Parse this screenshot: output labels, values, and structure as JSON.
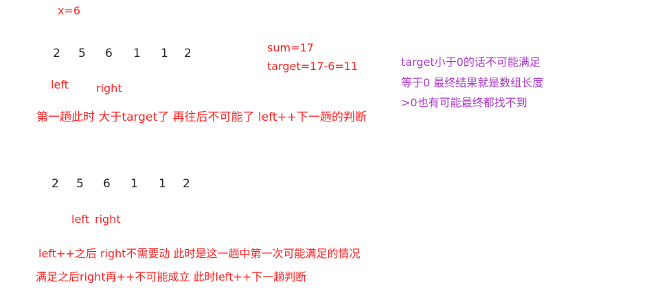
{
  "top": {
    "x_note": "x=6",
    "array": [
      "2",
      "5",
      "6",
      "1",
      "1",
      "2"
    ],
    "left_label": "left",
    "right_label": "right",
    "sum_note": "sum=17",
    "target_note": "target=17-6=11",
    "first_pass_note": "第一趟此时 大于target了 再往后不可能了 left++下一趟的判断"
  },
  "side_notes": [
    "target小于0的话不可能满足",
    "等于0 最终结果就是数组长度",
    ">0也有可能最终都找不到"
  ],
  "bottom": {
    "array": [
      "2",
      "5",
      "6",
      "1",
      "1",
      "2"
    ],
    "left_label": "left",
    "right_label": "right",
    "note_1": "left++之后 right不需要动 此时是这一趟中第一次可能满足的情况",
    "note_2": "满足之后right再++不可能成立  此时left++下一趟判断"
  },
  "colors": {
    "red": "#ff2020",
    "purple": "#a838c8",
    "black": "#222222"
  }
}
